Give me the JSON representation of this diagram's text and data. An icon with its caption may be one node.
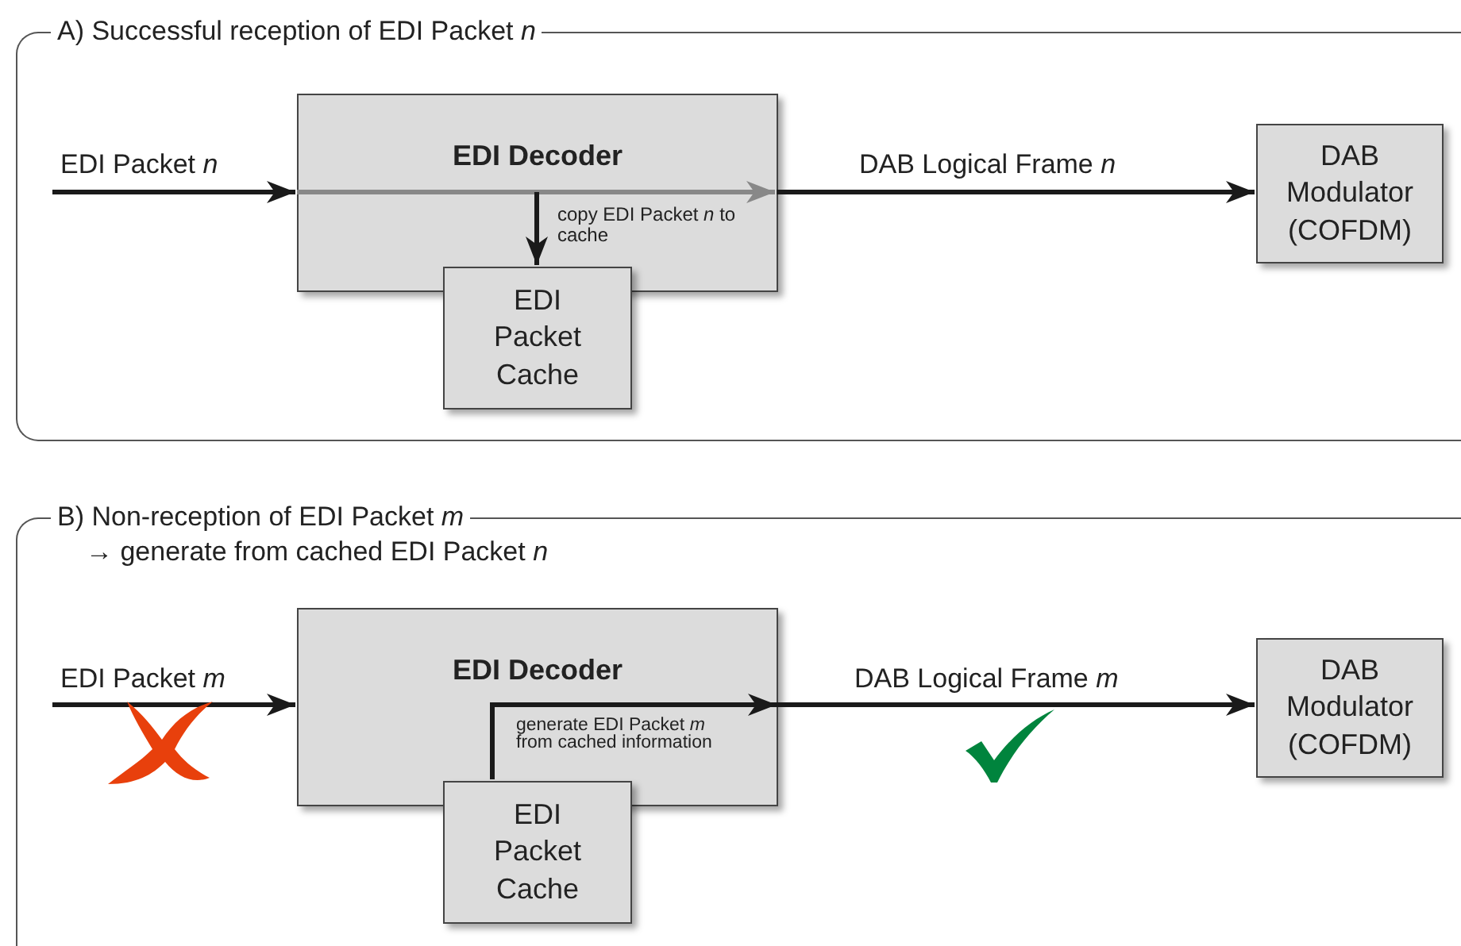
{
  "diagram": {
    "nodes": [
      {
        "text": [
          "A) Successful reception of EDI Packet *n*"
        ]
      },
      {
        "text": [
          "EDI Decoder"
        ],
        "in": 0
      },
      {
        "text": [
          "EDI Packet Cache"
        ],
        "in": 0
      },
      {
        "text": [
          "DAB Modulator (COFDM)"
        ],
        "in": 0
      },
      {
        "text": [
          "B) Non-reception of EDI Packet *m*",
          "→ generate from cached EDI Packet *n*"
        ]
      },
      {
        "text": [
          "EDI Decoder"
        ],
        "in": 4
      },
      {
        "text": [
          "EDI Packet Cache"
        ],
        "in": 4
      },
      {
        "text": [
          "DAB Modulator (COFDM)"
        ],
        "in": 4
      }
    ],
    "edges": [
      {
        "from": null,
        "to": 1,
        "arrow": "to",
        "label": "EDI Packet *n*"
      },
      {
        "from": 1,
        "to": 2,
        "arrow": "to",
        "label": "copy EDI Packet *n* to cache"
      },
      {
        "from": 1,
        "to": 3,
        "arrow": "to",
        "label": "DAB Logical Frame *n*"
      },
      {
        "from": null,
        "to": 5,
        "arrow": "to",
        "label": "EDI Packet *m*"
      },
      {
        "from": 6,
        "to": 5,
        "arrow": "to",
        "label": "generate EDI Packet *m* from cached information"
      },
      {
        "from": 5,
        "to": 7,
        "arrow": "to",
        "label": "DAB Logical Frame *m*"
      }
    ]
  }
}
